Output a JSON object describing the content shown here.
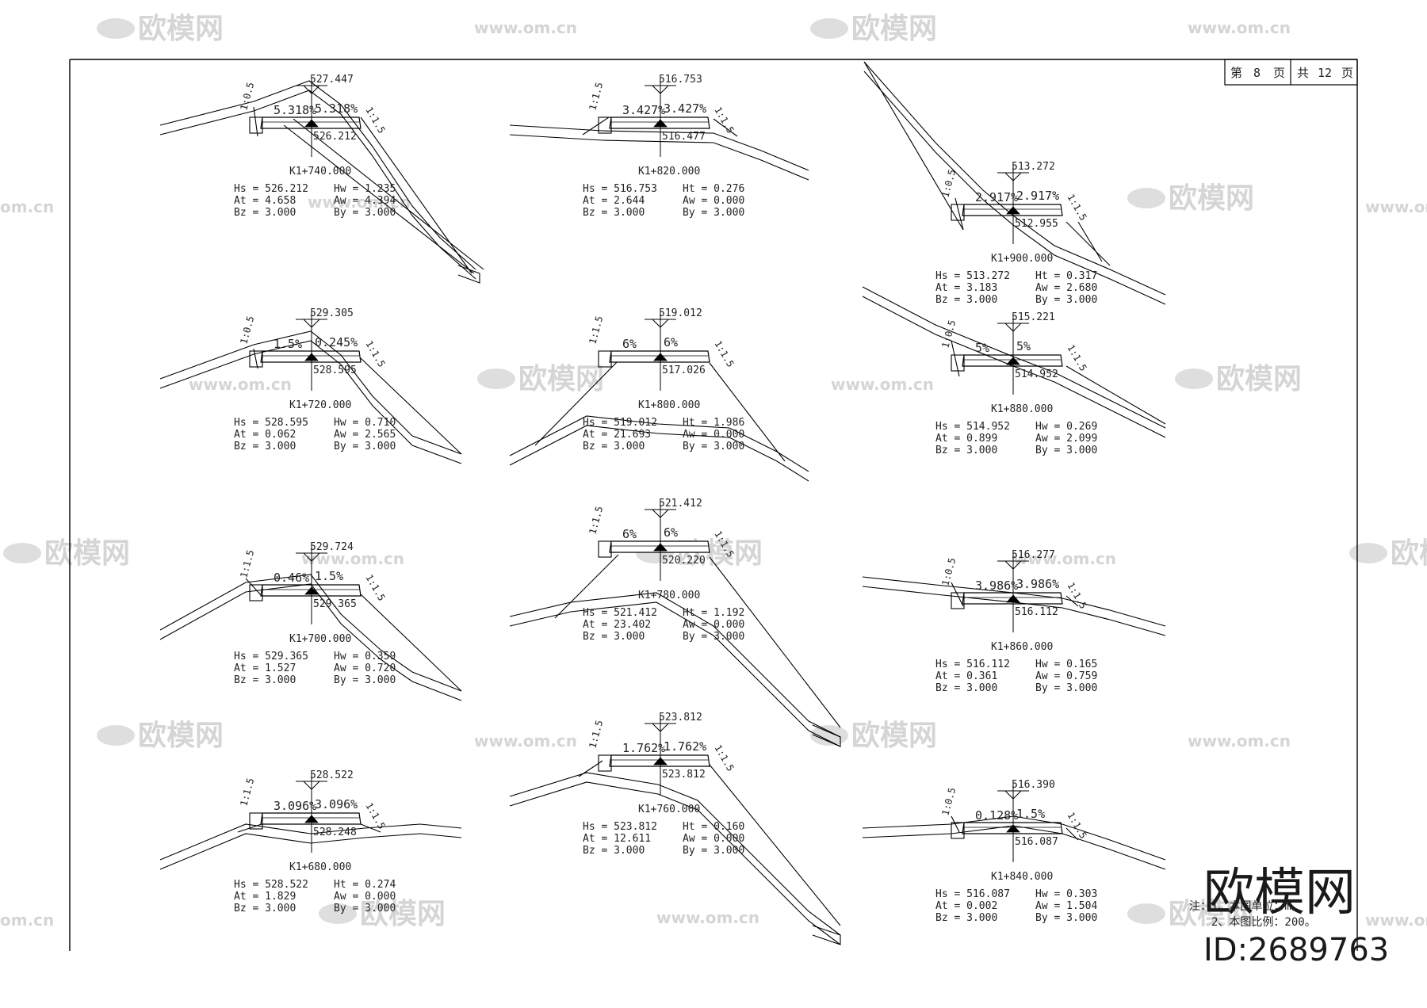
{
  "page_box": {
    "page_label": "第",
    "page_num": "8",
    "page_unit": "页",
    "total_label": "共",
    "total_num": "12",
    "total_unit": "页"
  },
  "notes": {
    "line1": "注：1、本图单位：m。",
    "line2": "2、本图比例：200。"
  },
  "watermark": {
    "brand": "欧模网",
    "url": "www.om.cn",
    "url_cut": "om.cn",
    "id": "ID:2689763"
  },
  "sections": [
    {
      "id": "k1740",
      "station": "K1+740.000",
      "top": "527.447",
      "bottom": "526.212",
      "slope_left": "5.318%",
      "slope_right": "5.318%",
      "cut_left": "1:0.5",
      "cut_right": "1:1.5",
      "params": [
        [
          "Hs = 526.212",
          "Hw = 1.235"
        ],
        [
          "At = 4.658",
          "Aw = 4.394"
        ],
        [
          "Bz = 3.000",
          "By = 3.000"
        ]
      ]
    },
    {
      "id": "k1720",
      "station": "K1+720.000",
      "top": "529.305",
      "bottom": "528.595",
      "slope_left": "1.5%",
      "slope_right": "0.245%",
      "cut_left": "1:0.5",
      "cut_right": "1:1.5",
      "params": [
        [
          "Hs = 528.595",
          "Hw = 0.710"
        ],
        [
          "At = 0.062",
          "Aw = 2.565"
        ],
        [
          "Bz = 3.000",
          "By = 3.000"
        ]
      ]
    },
    {
      "id": "k1700",
      "station": "K1+700.000",
      "top": "529.724",
      "bottom": "529.365",
      "slope_left": "0.46%",
      "slope_right": "1.5%",
      "cut_left": "1:1.5",
      "cut_right": "1:1.5",
      "params": [
        [
          "Hs = 529.365",
          "Hw = 0.359"
        ],
        [
          "At = 1.527",
          "Aw = 0.720"
        ],
        [
          "Bz = 3.000",
          "By = 3.000"
        ]
      ]
    },
    {
      "id": "k1680",
      "station": "K1+680.000",
      "top": "528.522",
      "bottom": "528.248",
      "slope_left": "3.096%",
      "slope_right": "3.096%",
      "cut_left": "1:1.5",
      "cut_right": "1:1.5",
      "params": [
        [
          "Hs = 528.522",
          "Ht = 0.274"
        ],
        [
          "At = 1.829",
          "Aw = 0.000"
        ],
        [
          "Bz = 3.000",
          "By = 3.000"
        ]
      ]
    },
    {
      "id": "k1820",
      "station": "K1+820.000",
      "top": "516.753",
      "bottom": "516.477",
      "slope_left": "3.427%",
      "slope_right": "3.427%",
      "cut_left": "1:1.5",
      "cut_right": "1:1.5",
      "params": [
        [
          "Hs = 516.753",
          "Ht = 0.276"
        ],
        [
          "At = 2.644",
          "Aw = 0.000"
        ],
        [
          "Bz = 3.000",
          "By = 3.000"
        ]
      ]
    },
    {
      "id": "k1800",
      "station": "K1+800.000",
      "top": "519.012",
      "bottom": "517.026",
      "slope_left": "6%",
      "slope_right": "6%",
      "cut_left": "1:1.5",
      "cut_right": "1:1.5",
      "params": [
        [
          "Hs = 519.012",
          "Ht = 1.986"
        ],
        [
          "At = 21.693",
          "Aw = 0.000"
        ],
        [
          "Bz = 3.000",
          "By = 3.000"
        ]
      ]
    },
    {
      "id": "k1780",
      "station": "K1+780.000",
      "top": "521.412",
      "bottom": "520.220",
      "slope_left": "6%",
      "slope_right": "6%",
      "cut_left": "1:1.5",
      "cut_right": "1:1.5",
      "params": [
        [
          "Hs = 521.412",
          "Ht = 1.192"
        ],
        [
          "At = 23.402",
          "Aw = 0.000"
        ],
        [
          "Bz = 3.000",
          "By = 3.000"
        ]
      ]
    },
    {
      "id": "k1760",
      "station": "K1+760.000",
      "top": "523.812",
      "bottom": "523.812",
      "slope_left": "1.762%",
      "slope_right": "1.762%",
      "cut_left": "1:1.5",
      "cut_right": "1:1.5",
      "params": [
        [
          "Hs = 523.812",
          "Ht = 0.160"
        ],
        [
          "At = 12.611",
          "Aw = 0.000"
        ],
        [
          "Bz = 3.000",
          "By = 3.000"
        ]
      ]
    },
    {
      "id": "k1900",
      "station": "K1+900.000",
      "top": "513.272",
      "bottom": "512.955",
      "slope_left": "2.917%",
      "slope_right": "2.917%",
      "cut_left": "1:0.5",
      "cut_right": "1:1.5",
      "params": [
        [
          "Hs = 513.272",
          "Ht = 0.317"
        ],
        [
          "At = 3.183",
          "Aw = 2.680"
        ],
        [
          "Bz = 3.000",
          "By = 3.000"
        ]
      ]
    },
    {
      "id": "k1880",
      "station": "K1+880.000",
      "top": "515.221",
      "bottom": "514.952",
      "slope_left": "5%",
      "slope_right": "5%",
      "cut_left": "1:0.5",
      "cut_right": "1:1.5",
      "params": [
        [
          "Hs = 514.952",
          "Hw = 0.269"
        ],
        [
          "At = 0.899",
          "Aw = 2.099"
        ],
        [
          "Bz = 3.000",
          "By = 3.000"
        ]
      ]
    },
    {
      "id": "k1860",
      "station": "K1+860.000",
      "top": "516.277",
      "bottom": "516.112",
      "slope_left": "3.986%",
      "slope_right": "3.986%",
      "cut_left": "1:0.5",
      "cut_right": "1:1.5",
      "params": [
        [
          "Hs = 516.112",
          "Hw = 0.165"
        ],
        [
          "At = 0.361",
          "Aw = 0.759"
        ],
        [
          "Bz = 3.000",
          "By = 3.000"
        ]
      ]
    },
    {
      "id": "k1840",
      "station": "K1+840.000",
      "top": "516.390",
      "bottom": "516.087",
      "slope_left": "0.128%",
      "slope_right": "1.5%",
      "cut_left": "1:0.5",
      "cut_right": "1:1.5",
      "params": [
        [
          "Hs = 516.087",
          "Hw = 0.303"
        ],
        [
          "At = 0.002",
          "Aw = 1.504"
        ],
        [
          "Bz = 3.000",
          "By = 3.000"
        ]
      ]
    }
  ]
}
